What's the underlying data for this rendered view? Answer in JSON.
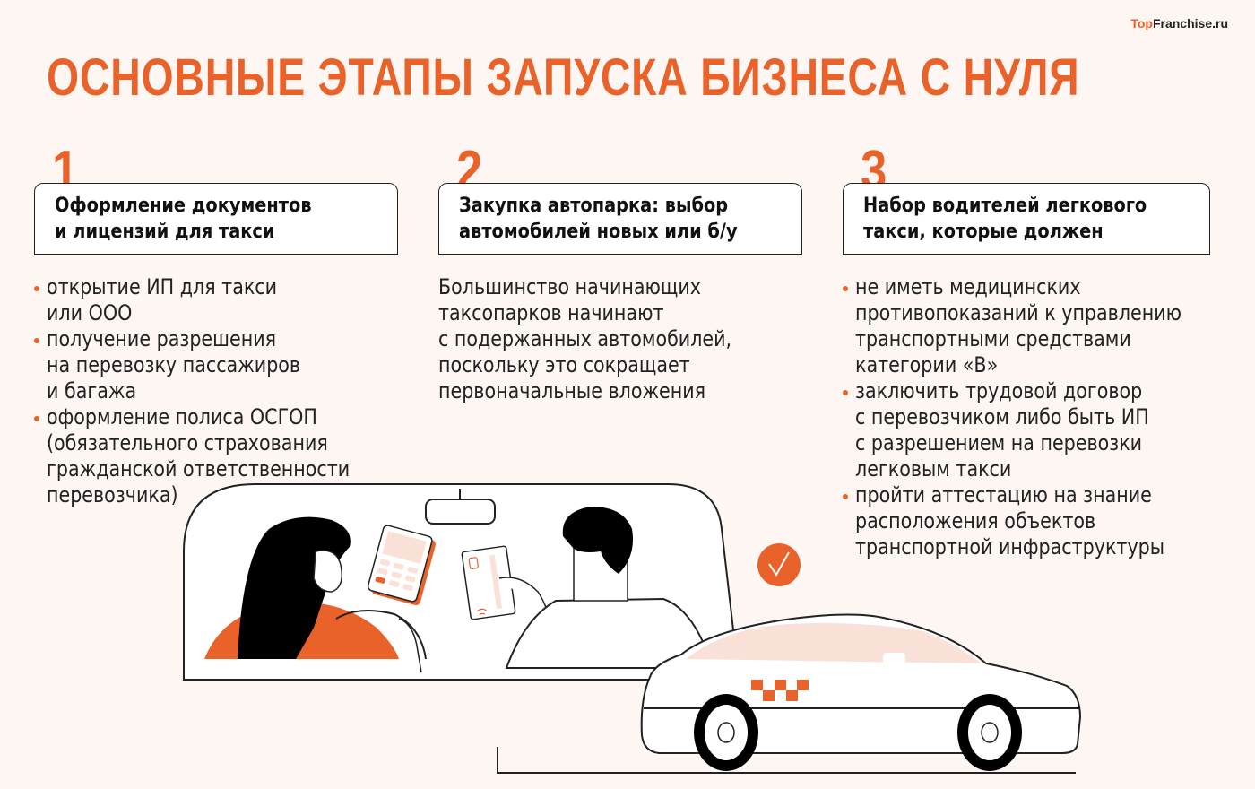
{
  "brand": {
    "prefix": "Top",
    "rest": "Franchise.ru"
  },
  "title": "ОСНОВНЫЕ ЭТАПЫ ЗАПУСКА БИЗНЕСА С НУЛЯ",
  "steps": [
    {
      "number": "1",
      "heading": [
        "Оформление документов",
        "и лицензий для такси"
      ],
      "bullets": [
        [
          "открытие ИП для такси",
          "или ООО"
        ],
        [
          "получение разрешения",
          "на перевозку пассажиров",
          "и багажа"
        ],
        [
          "оформление полиса ОСГОП",
          "(обязательного страхования",
          "гражданской ответственности",
          "перевозчика)"
        ]
      ]
    },
    {
      "number": "2",
      "heading": [
        "Закупка автопарка: выбор",
        "автомобилей новых или б/у"
      ],
      "paragraph": [
        "Большинство начинающих",
        "таксопарков начинают",
        "с подержанных автомобилей,",
        "поскольку это сокращает",
        "первоначальные вложения"
      ]
    },
    {
      "number": "3",
      "heading": [
        "Набор водителей легкового",
        "такси, которые должен"
      ],
      "bullets": [
        [
          "не иметь медицинских",
          "противопоказаний к управлению",
          "транспортными средствами",
          "категории «В»"
        ],
        [
          "заключить трудовой договор",
          "с перевозчиком либо быть ИП",
          "с разрешением на перевозки",
          "легковым такси"
        ],
        [
          "пройти аттестацию на знание",
          "расположения объектов",
          "транспортной инфраструктуры"
        ]
      ]
    }
  ],
  "illustration": {
    "scene": "taxi-payment",
    "icons": [
      "check-icon",
      "taxi-checker-icon",
      "card-terminal-icon",
      "bank-card-icon"
    ]
  },
  "colors": {
    "accent": "#e8622a",
    "background": "#fdf6f3",
    "text": "#1a1a1a",
    "accent_light": "#f9e1d8"
  }
}
